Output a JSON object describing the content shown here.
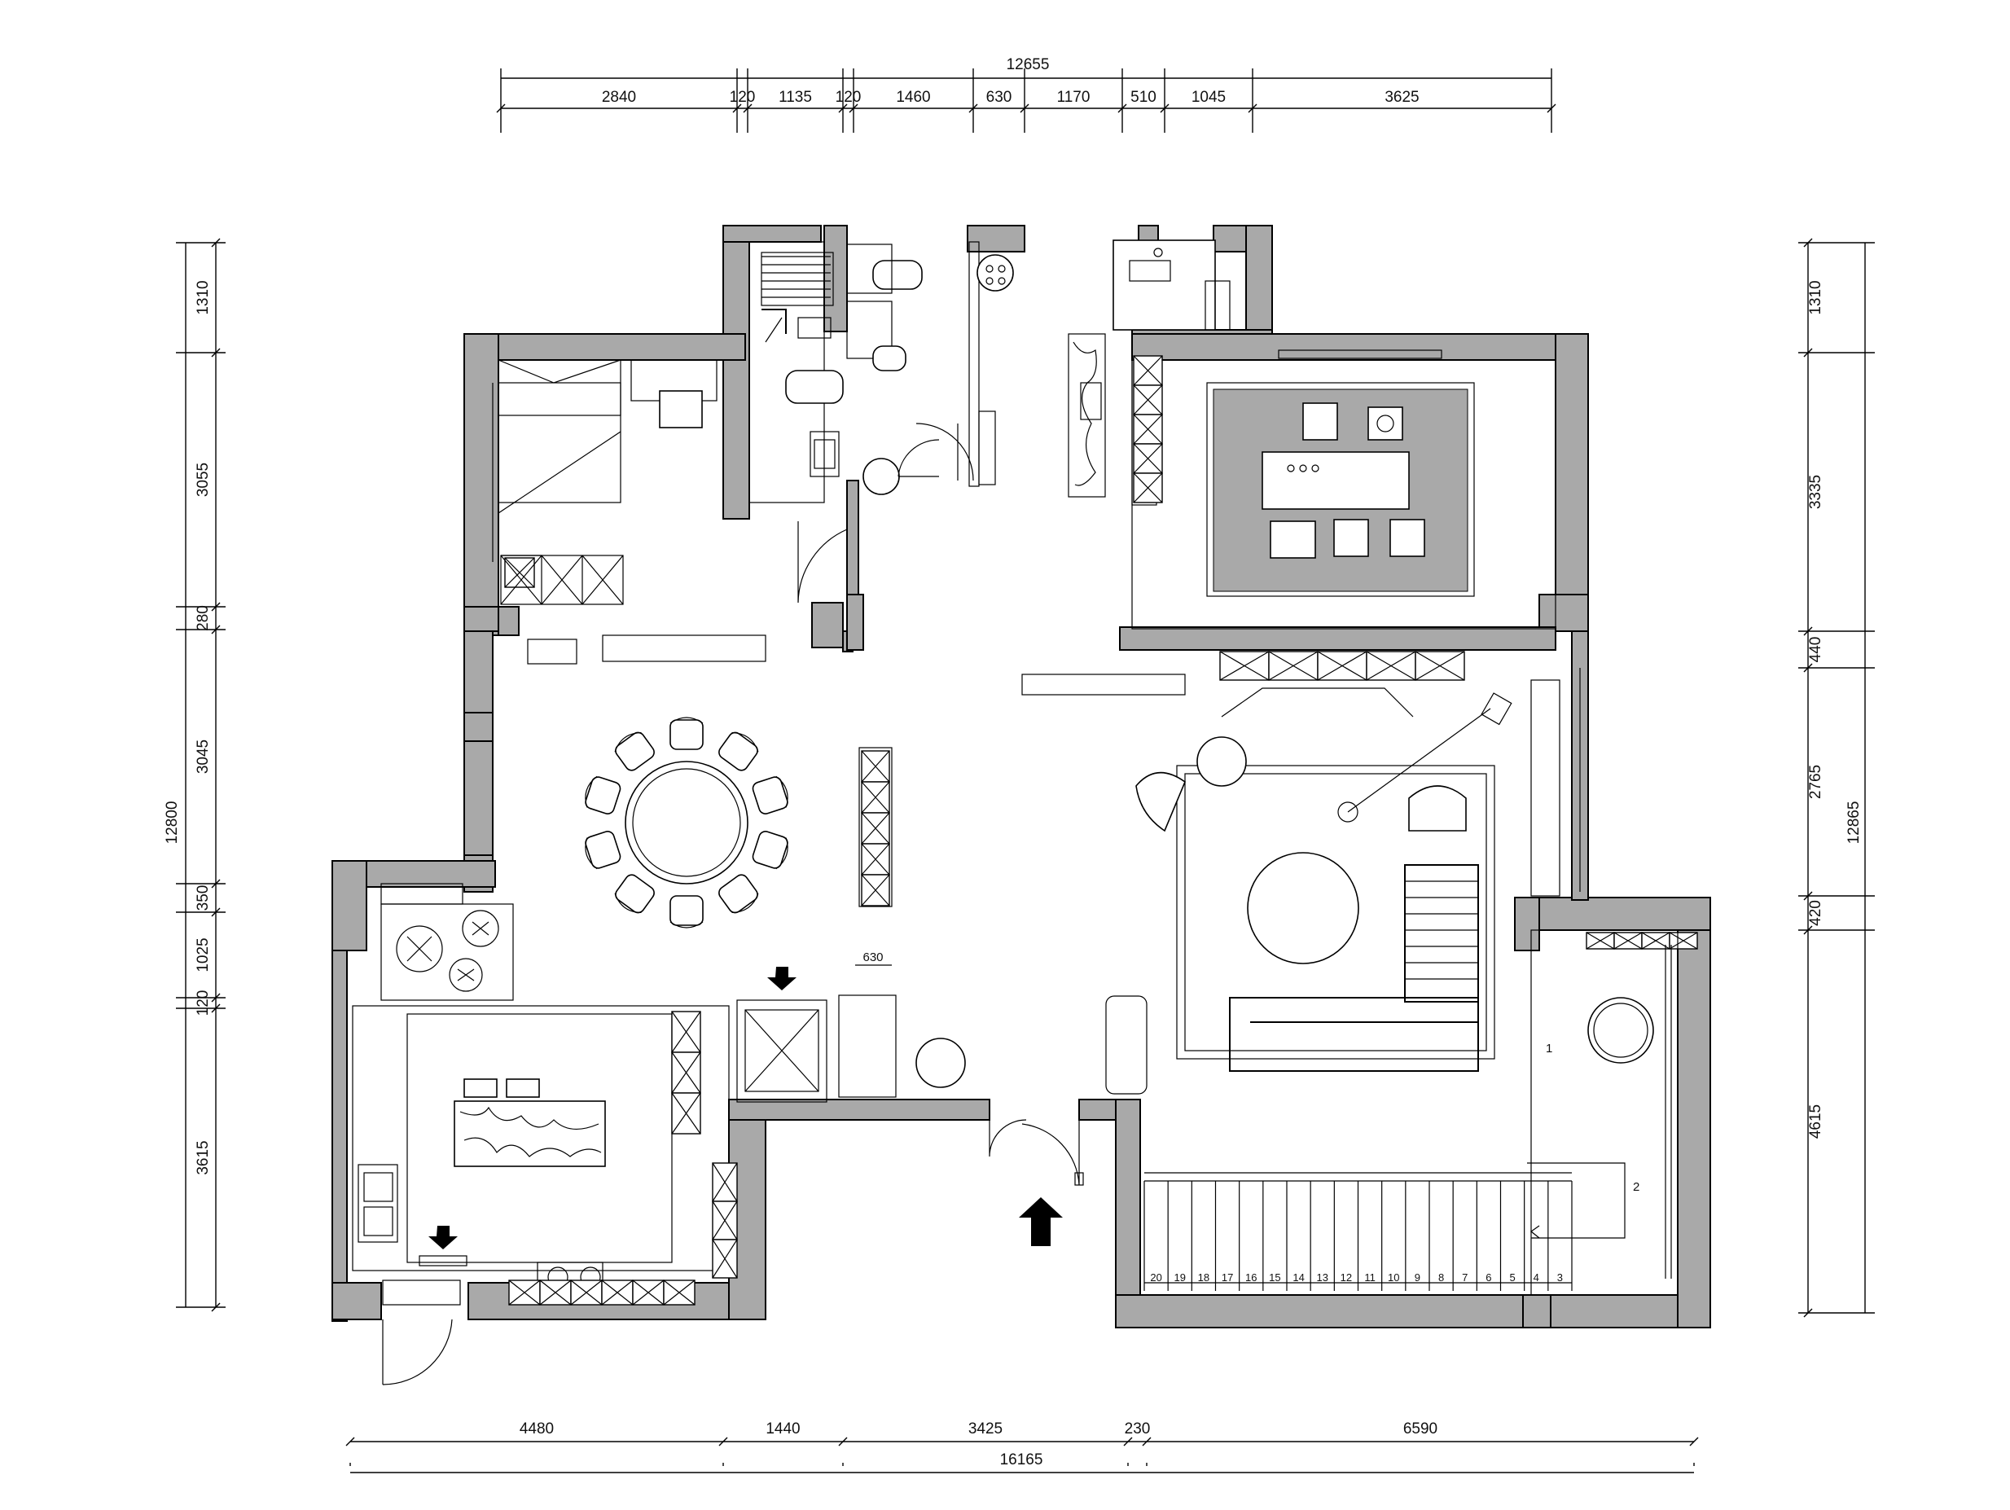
{
  "top_dimensions": {
    "overall": "12655",
    "segments": [
      "2840",
      "120",
      "1135",
      "120",
      "1460",
      "630",
      "1170",
      "510",
      "1045",
      "3625"
    ]
  },
  "bottom_dimensions": {
    "overall": "16165",
    "segments": [
      "4480",
      "1440",
      "3425",
      "230",
      "6590"
    ]
  },
  "left_dimensions": {
    "overall": "12800",
    "segments": [
      "1310",
      "3055",
      "280",
      "3045",
      "350",
      "1025",
      "120",
      "3615"
    ]
  },
  "right_dimensions": {
    "overall": "12865",
    "segments": [
      "1310",
      "3335",
      "440",
      "2765",
      "420",
      "4615"
    ]
  },
  "annotations": {
    "door_width": "630",
    "stair_label_1": "1",
    "stair_label_2": "2"
  },
  "stair_numbers": [
    "20",
    "19",
    "18",
    "17",
    "16",
    "15",
    "14",
    "13",
    "12",
    "11",
    "10",
    "9",
    "8",
    "7",
    "6",
    "5",
    "4",
    "3"
  ],
  "icons": {
    "entry_arrow": "up-arrow-icon",
    "marker_arrows": "down-arrow-icon"
  },
  "colors": {
    "wall_fill": "#a9a9a9",
    "line": "#000000",
    "background": "#ffffff"
  }
}
